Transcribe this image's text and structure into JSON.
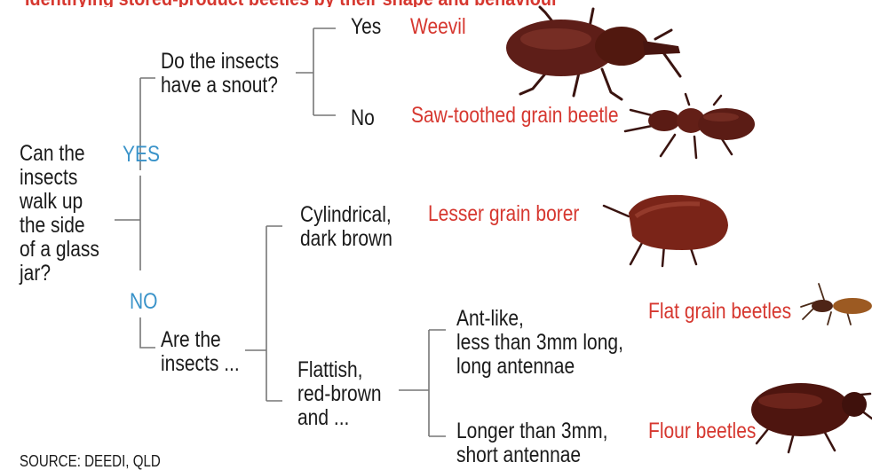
{
  "header": {
    "title_fragment": "Identifying stored-product beetles by their shape and behaviour"
  },
  "root_question": "Can the\ninsects\nwalk up\nthe side\nof a glass\njar?",
  "branches": {
    "yes": "YES",
    "no": "NO"
  },
  "yes_question": "Do the insects\nhave a snout?",
  "snout_answers": {
    "yes": "Yes",
    "no": "No"
  },
  "no_question": "Are the\ninsects ...",
  "shape_options": {
    "cylindrical": "Cylindrical,\ndark brown",
    "flattish": "Flattish,\nred-brown\nand ..."
  },
  "size_options": {
    "ant_like": "Ant-like,\nless than 3mm long,\nlong antennae",
    "longer": "Longer than 3mm,\nshort antennae"
  },
  "pests": {
    "weevil": "Weevil",
    "saw_toothed": "Saw-toothed grain beetle",
    "lesser_grain_borer": "Lesser grain borer",
    "flat_grain": "Flat grain beetles",
    "flour": "Flour beetles"
  },
  "source": "SOURCE: DEEDI, QLD",
  "colors": {
    "answer_blue": "#3a93c9",
    "pest_red": "#d6372f",
    "line_gray": "#777777",
    "beetle_brown": "#6b231c"
  }
}
